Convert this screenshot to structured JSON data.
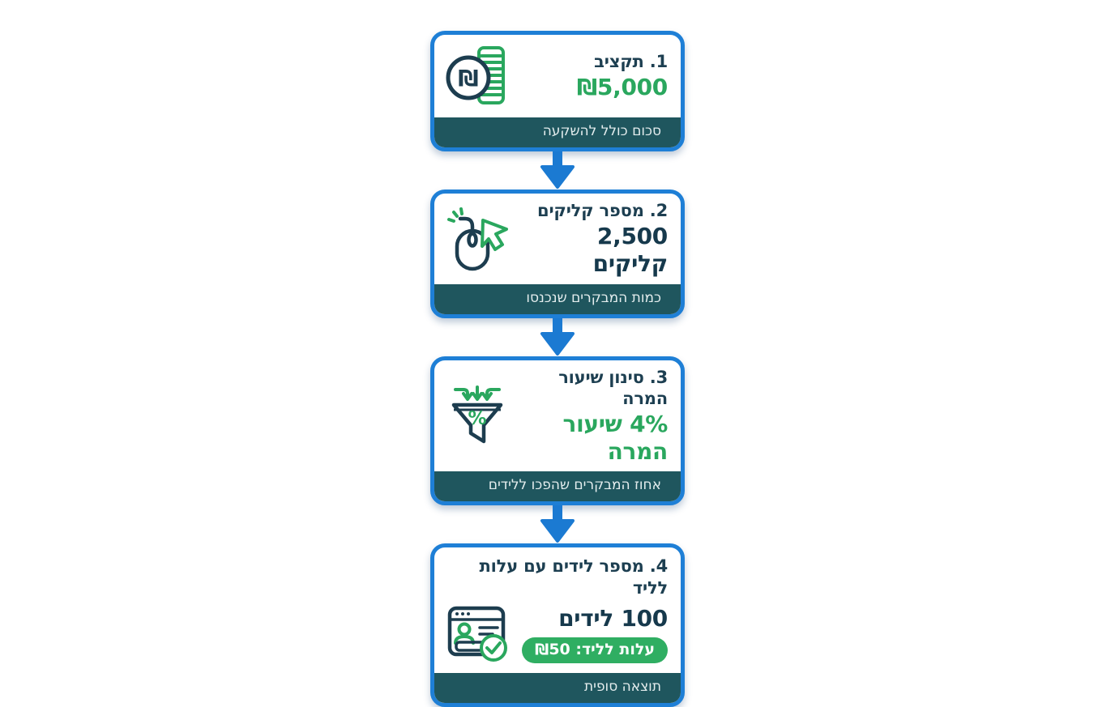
{
  "diagram": {
    "type": "vertical-flowchart",
    "language": "hebrew",
    "direction": "rtl"
  },
  "colors": {
    "card_border": "#1e7fd6",
    "card_background": "#ffffff",
    "footer_background": "#1f565e",
    "footer_text": "#e4edee",
    "title_text": "#1d3f51",
    "value_dark": "#16394c",
    "value_green": "#2aa75e",
    "arrow_blue": "#1b7ad2",
    "badge_background": "#2fae62",
    "badge_text": "#ffffff",
    "icon_dark": "#1d3d4f",
    "icon_green": "#2aa75e"
  },
  "flow": {
    "steps": [
      {
        "title": "1. תקציב",
        "value": "₪5,000",
        "value_style": "green",
        "footer": "סכום כולל להשקעה",
        "icon": "shekel-coins-icon"
      },
      {
        "title": "2. מספר קליקים",
        "value": "2,500 קליקים",
        "value_style": "dark",
        "footer": "כמות המבקרים שנכנסו",
        "icon": "mouse-click-icon"
      },
      {
        "title": "3. סינון שיעור המרה",
        "value": "4% שיעור המרה",
        "value_style": "green",
        "footer": "אחוז המבקרים שהפכו ללידים",
        "icon": "funnel-percent-icon"
      },
      {
        "title": "4. מספר לידים עם עלות לליד",
        "value": "100 לידים",
        "value_style": "dark",
        "badge": "עלות לליד: ₪50",
        "footer": "תוצאה סופית",
        "icon": "lead-form-check-icon"
      }
    ],
    "connector": "down-arrow"
  }
}
